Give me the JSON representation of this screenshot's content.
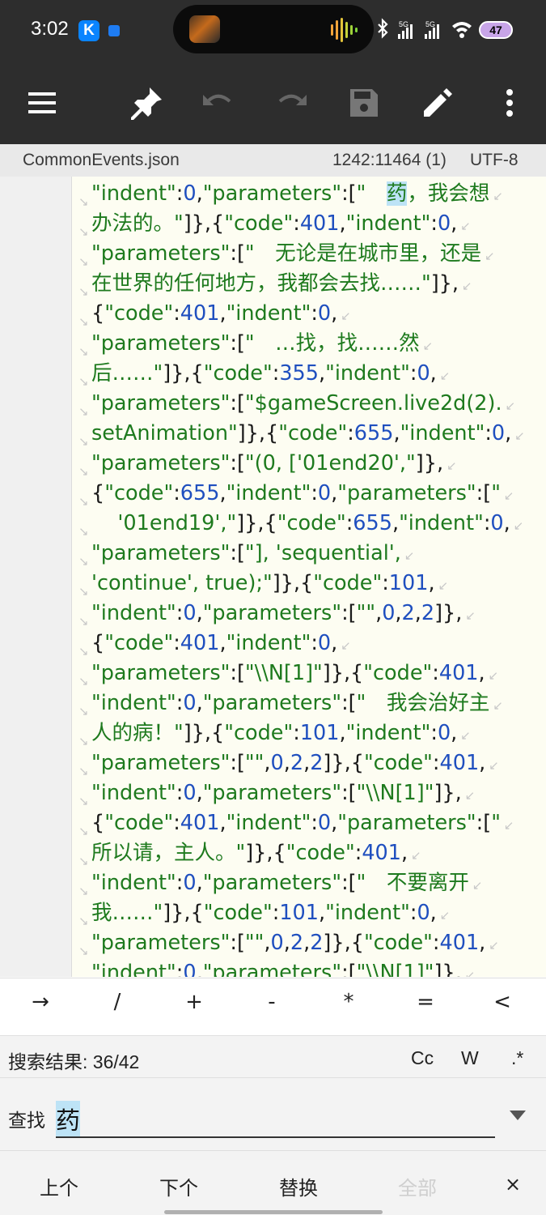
{
  "status": {
    "time": "3:02",
    "k_label": "K",
    "signal1": "5G",
    "signal2": "5G",
    "battery": "47"
  },
  "toolbar": {
    "icons": [
      "menu-icon",
      "pin-icon",
      "undo-icon",
      "redo-icon",
      "save-icon",
      "edit-icon",
      "more-icon"
    ]
  },
  "infobar": {
    "filename": "CommonEvents.json",
    "position": "1242:11464 (1)",
    "encoding": "UTF-8"
  },
  "editor": {
    "highlight_term": "药",
    "colors": {
      "string": "#1e7a1e",
      "number": "#1f4fbf",
      "punct": "#1a1a1a",
      "highlight": "#bde3f6"
    },
    "lines": [
      [
        [
          "s",
          "\"indent\""
        ],
        [
          "p",
          ":"
        ],
        [
          "n",
          "0"
        ],
        [
          "p",
          ","
        ],
        [
          "s",
          "\"parameters\""
        ],
        [
          "p",
          ":["
        ],
        [
          "s",
          "\"　"
        ],
        [
          "h",
          "药"
        ],
        [
          "s",
          "，我会想"
        ]
      ],
      [
        [
          "s",
          "办法的。\""
        ],
        [
          "p",
          "]},{"
        ],
        [
          "s",
          "\"code\""
        ],
        [
          "p",
          ":"
        ],
        [
          "n",
          "401"
        ],
        [
          "p",
          ","
        ],
        [
          "s",
          "\"indent\""
        ],
        [
          "p",
          ":"
        ],
        [
          "n",
          "0"
        ],
        [
          "p",
          ","
        ]
      ],
      [
        [
          "s",
          "\"parameters\""
        ],
        [
          "p",
          ":["
        ],
        [
          "s",
          "\"　无论是在城市里，还是"
        ]
      ],
      [
        [
          "s",
          "在世界的任何地方，我都会去找……\""
        ],
        [
          "p",
          "]},"
        ]
      ],
      [
        [
          "p",
          "{"
        ],
        [
          "s",
          "\"code\""
        ],
        [
          "p",
          ":"
        ],
        [
          "n",
          "401"
        ],
        [
          "p",
          ","
        ],
        [
          "s",
          "\"indent\""
        ],
        [
          "p",
          ":"
        ],
        [
          "n",
          "0"
        ],
        [
          "p",
          ","
        ]
      ],
      [
        [
          "s",
          "\"parameters\""
        ],
        [
          "p",
          ":["
        ],
        [
          "s",
          "\"　…找，找……然"
        ]
      ],
      [
        [
          "s",
          "后……\""
        ],
        [
          "p",
          "]},{"
        ],
        [
          "s",
          "\"code\""
        ],
        [
          "p",
          ":"
        ],
        [
          "n",
          "355"
        ],
        [
          "p",
          ","
        ],
        [
          "s",
          "\"indent\""
        ],
        [
          "p",
          ":"
        ],
        [
          "n",
          "0"
        ],
        [
          "p",
          ","
        ]
      ],
      [
        [
          "s",
          "\"parameters\""
        ],
        [
          "p",
          ":["
        ],
        [
          "s",
          "\"$gameScreen.live2d(2)."
        ]
      ],
      [
        [
          "s",
          "setAnimation\""
        ],
        [
          "p",
          "]},{"
        ],
        [
          "s",
          "\"code\""
        ],
        [
          "p",
          ":"
        ],
        [
          "n",
          "655"
        ],
        [
          "p",
          ","
        ],
        [
          "s",
          "\"indent\""
        ],
        [
          "p",
          ":"
        ],
        [
          "n",
          "0"
        ],
        [
          "p",
          ","
        ]
      ],
      [
        [
          "s",
          "\"parameters\""
        ],
        [
          "p",
          ":["
        ],
        [
          "s",
          "\"(0, ['01end20',\""
        ],
        [
          "p",
          "]},"
        ]
      ],
      [
        [
          "p",
          "{"
        ],
        [
          "s",
          "\"code\""
        ],
        [
          "p",
          ":"
        ],
        [
          "n",
          "655"
        ],
        [
          "p",
          ","
        ],
        [
          "s",
          "\"indent\""
        ],
        [
          "p",
          ":"
        ],
        [
          "n",
          "0"
        ],
        [
          "p",
          ","
        ],
        [
          "s",
          "\"parameters\""
        ],
        [
          "p",
          ":["
        ],
        [
          "s",
          "\""
        ]
      ],
      [
        [
          "s",
          "    '01end19',\""
        ],
        [
          "p",
          "]},{"
        ],
        [
          "s",
          "\"code\""
        ],
        [
          "p",
          ":"
        ],
        [
          "n",
          "655"
        ],
        [
          "p",
          ","
        ],
        [
          "s",
          "\"indent\""
        ],
        [
          "p",
          ":"
        ],
        [
          "n",
          "0"
        ],
        [
          "p",
          ","
        ]
      ],
      [
        [
          "s",
          "\"parameters\""
        ],
        [
          "p",
          ":["
        ],
        [
          "s",
          "\"], 'sequential',"
        ]
      ],
      [
        [
          "s",
          "'continue', true);\""
        ],
        [
          "p",
          "]},{"
        ],
        [
          "s",
          "\"code\""
        ],
        [
          "p",
          ":"
        ],
        [
          "n",
          "101"
        ],
        [
          "p",
          ","
        ]
      ],
      [
        [
          "s",
          "\"indent\""
        ],
        [
          "p",
          ":"
        ],
        [
          "n",
          "0"
        ],
        [
          "p",
          ","
        ],
        [
          "s",
          "\"parameters\""
        ],
        [
          "p",
          ":["
        ],
        [
          "s",
          "\"\""
        ],
        [
          "p",
          ","
        ],
        [
          "n",
          "0"
        ],
        [
          "p",
          ","
        ],
        [
          "n",
          "2"
        ],
        [
          "p",
          ","
        ],
        [
          "n",
          "2"
        ],
        [
          "p",
          "]},"
        ]
      ],
      [
        [
          "p",
          "{"
        ],
        [
          "s",
          "\"code\""
        ],
        [
          "p",
          ":"
        ],
        [
          "n",
          "401"
        ],
        [
          "p",
          ","
        ],
        [
          "s",
          "\"indent\""
        ],
        [
          "p",
          ":"
        ],
        [
          "n",
          "0"
        ],
        [
          "p",
          ","
        ]
      ],
      [
        [
          "s",
          "\"parameters\""
        ],
        [
          "p",
          ":["
        ],
        [
          "s",
          "\"\\\\N[1]\""
        ],
        [
          "p",
          "]},{"
        ],
        [
          "s",
          "\"code\""
        ],
        [
          "p",
          ":"
        ],
        [
          "n",
          "401"
        ],
        [
          "p",
          ","
        ]
      ],
      [
        [
          "s",
          "\"indent\""
        ],
        [
          "p",
          ":"
        ],
        [
          "n",
          "0"
        ],
        [
          "p",
          ","
        ],
        [
          "s",
          "\"parameters\""
        ],
        [
          "p",
          ":["
        ],
        [
          "s",
          "\"　我会治好主"
        ]
      ],
      [
        [
          "s",
          "人的病！\""
        ],
        [
          "p",
          "]},{"
        ],
        [
          "s",
          "\"code\""
        ],
        [
          "p",
          ":"
        ],
        [
          "n",
          "101"
        ],
        [
          "p",
          ","
        ],
        [
          "s",
          "\"indent\""
        ],
        [
          "p",
          ":"
        ],
        [
          "n",
          "0"
        ],
        [
          "p",
          ","
        ]
      ],
      [
        [
          "s",
          "\"parameters\""
        ],
        [
          "p",
          ":["
        ],
        [
          "s",
          "\"\""
        ],
        [
          "p",
          ","
        ],
        [
          "n",
          "0"
        ],
        [
          "p",
          ","
        ],
        [
          "n",
          "2"
        ],
        [
          "p",
          ","
        ],
        [
          "n",
          "2"
        ],
        [
          "p",
          "]},{"
        ],
        [
          "s",
          "\"code\""
        ],
        [
          "p",
          ":"
        ],
        [
          "n",
          "401"
        ],
        [
          "p",
          ","
        ]
      ],
      [
        [
          "s",
          "\"indent\""
        ],
        [
          "p",
          ":"
        ],
        [
          "n",
          "0"
        ],
        [
          "p",
          ","
        ],
        [
          "s",
          "\"parameters\""
        ],
        [
          "p",
          ":["
        ],
        [
          "s",
          "\"\\\\N[1]\""
        ],
        [
          "p",
          "]},"
        ]
      ],
      [
        [
          "p",
          "{"
        ],
        [
          "s",
          "\"code\""
        ],
        [
          "p",
          ":"
        ],
        [
          "n",
          "401"
        ],
        [
          "p",
          ","
        ],
        [
          "s",
          "\"indent\""
        ],
        [
          "p",
          ":"
        ],
        [
          "n",
          "0"
        ],
        [
          "p",
          ","
        ],
        [
          "s",
          "\"parameters\""
        ],
        [
          "p",
          ":["
        ],
        [
          "s",
          "\""
        ]
      ],
      [
        [
          "s",
          "所以请，主人。\""
        ],
        [
          "p",
          "]},{"
        ],
        [
          "s",
          "\"code\""
        ],
        [
          "p",
          ":"
        ],
        [
          "n",
          "401"
        ],
        [
          "p",
          ","
        ]
      ],
      [
        [
          "s",
          "\"indent\""
        ],
        [
          "p",
          ":"
        ],
        [
          "n",
          "0"
        ],
        [
          "p",
          ","
        ],
        [
          "s",
          "\"parameters\""
        ],
        [
          "p",
          ":["
        ],
        [
          "s",
          "\"　不要离开"
        ]
      ],
      [
        [
          "s",
          "我……\""
        ],
        [
          "p",
          "]},{"
        ],
        [
          "s",
          "\"code\""
        ],
        [
          "p",
          ":"
        ],
        [
          "n",
          "101"
        ],
        [
          "p",
          ","
        ],
        [
          "s",
          "\"indent\""
        ],
        [
          "p",
          ":"
        ],
        [
          "n",
          "0"
        ],
        [
          "p",
          ","
        ]
      ],
      [
        [
          "s",
          "\"parameters\""
        ],
        [
          "p",
          ":["
        ],
        [
          "s",
          "\"\""
        ],
        [
          "p",
          ","
        ],
        [
          "n",
          "0"
        ],
        [
          "p",
          ","
        ],
        [
          "n",
          "2"
        ],
        [
          "p",
          ","
        ],
        [
          "n",
          "2"
        ],
        [
          "p",
          "]},{"
        ],
        [
          "s",
          "\"code\""
        ],
        [
          "p",
          ":"
        ],
        [
          "n",
          "401"
        ],
        [
          "p",
          ","
        ]
      ],
      [
        [
          "s",
          "\"indent\""
        ],
        [
          "p",
          ":"
        ],
        [
          "n",
          "0"
        ],
        [
          "p",
          ","
        ],
        [
          "s",
          "\"parameters\""
        ],
        [
          "p",
          ":["
        ],
        [
          "s",
          "\"\\\\N[1]\""
        ],
        [
          "p",
          "]},"
        ]
      ]
    ]
  },
  "keybar": {
    "keys": [
      "→",
      "/",
      "+",
      "-",
      "*",
      "=",
      "<"
    ]
  },
  "search": {
    "result_label": "搜索结果: 36/42",
    "opt_case": "Cc",
    "opt_word": "W",
    "opt_regex": ".*",
    "find_label": "查找",
    "find_value": "药",
    "prev": "上个",
    "next": "下个",
    "replace": "替换",
    "all": "全部",
    "close": "×"
  }
}
